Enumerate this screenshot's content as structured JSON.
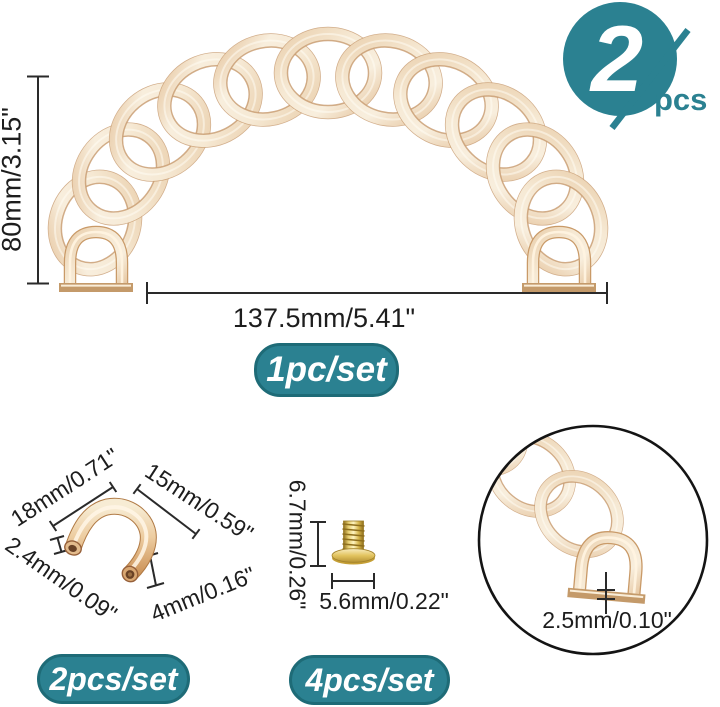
{
  "colors": {
    "teal": "#2b8191",
    "teal_dark": "#1e6b77",
    "gold_dark": "#c79a6e",
    "gold_light": "#f8eedd",
    "brass": "#e3c45f",
    "text": "#1d1d1d"
  },
  "badge": {
    "count": "2",
    "unit": "pcs"
  },
  "main_diagram": {
    "height_label": "80mm/3.15\"",
    "width_label": "137.5mm/5.41\"",
    "set_label": "1pc/set"
  },
  "connector_diagram": {
    "width_label": "18mm/0.71\"",
    "side_label": "15mm/0.59\"",
    "thickness_label": "2.4mm/0.09\"",
    "diameter_label": "4mm/0.16\"",
    "set_label": "2pcs/set"
  },
  "screw_diagram": {
    "height_label": "6.7mm/0.26\"",
    "width_label": "5.6mm/0.22\"",
    "set_label": "4pcs/set"
  },
  "magnified_view": {
    "thickness_label": "2.5mm/0.10\""
  }
}
